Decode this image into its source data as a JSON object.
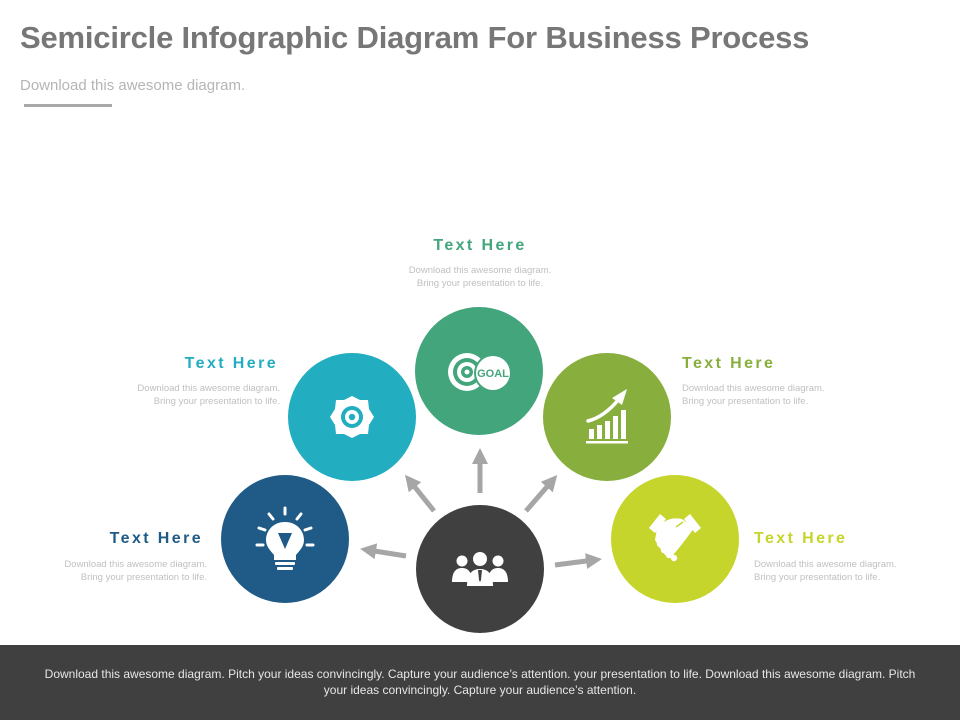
{
  "header": {
    "title": "Semicircle Infographic Diagram For Business Process",
    "subtitle": "Download this awesome diagram."
  },
  "colors": {
    "blue": "#1f5b86",
    "teal": "#23adc1",
    "green": "#43a57c",
    "olive": "#88af3d",
    "lime": "#c6d52b",
    "center": "#404040",
    "arrow": "#a6a6a6"
  },
  "steps": [
    {
      "label": "Text Here",
      "line1": "Download this awesome diagram.",
      "line2": "Bring your presentation to life.",
      "icon": "lightbulb-icon"
    },
    {
      "label": "Text Here",
      "line1": "Download this awesome diagram.",
      "line2": "Bring your presentation to life.",
      "icon": "gear-icon"
    },
    {
      "label": "Text Here",
      "line1": "Download this awesome diagram.",
      "line2": "Bring your presentation to life.",
      "icon": "goal-target-icon"
    },
    {
      "label": "Text Here",
      "line1": "Download this awesome diagram.",
      "line2": "Bring your presentation to life.",
      "icon": "growth-chart-icon"
    },
    {
      "label": "Text Here",
      "line1": "Download this awesome diagram.",
      "line2": "Bring your presentation to life.",
      "icon": "handshake-icon"
    }
  ],
  "center": {
    "icon": "team-icon"
  },
  "goal_text": "GOAL",
  "footer": {
    "text": "Download this awesome diagram. Pitch your ideas convincingly. Capture your audience’s attention. your presentation to life. Download this awesome diagram. Pitch your ideas convincingly. Capture your audience’s attention."
  }
}
